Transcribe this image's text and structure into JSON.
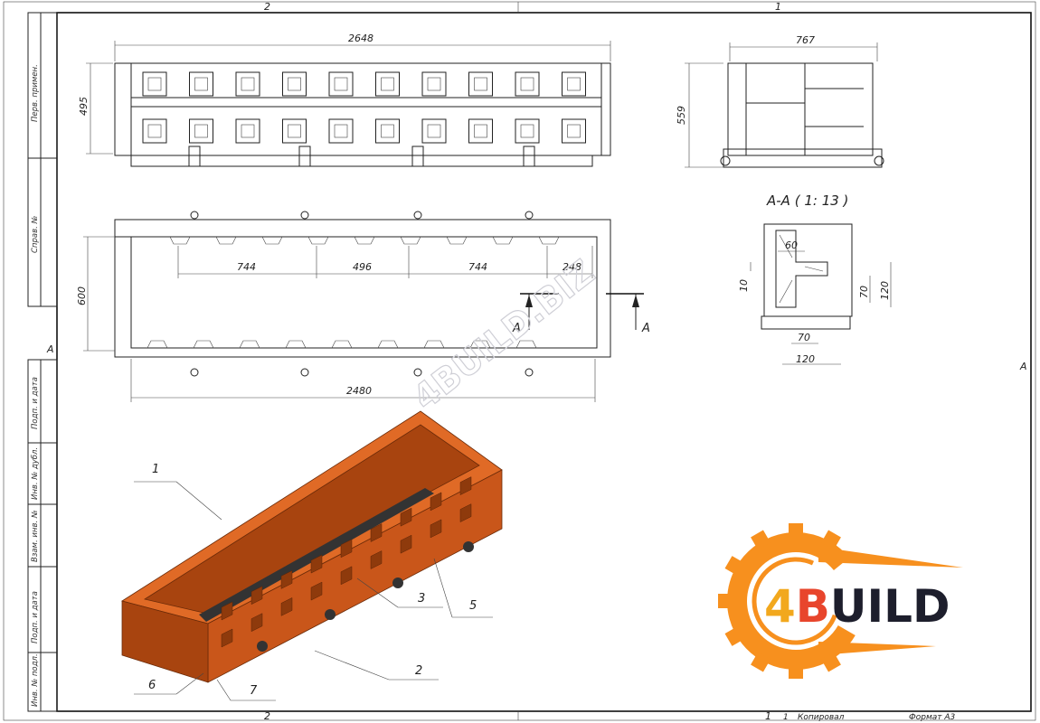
{
  "frame": {
    "zones_top": [
      "2",
      "1"
    ],
    "zones_bottom": [
      "2",
      "1"
    ],
    "zone_side_left": "A",
    "zone_side_right": "A"
  },
  "side_strip": {
    "labels": [
      "Перв. примен.",
      "Справ. №",
      "Подп. и дата",
      "Инв. № дубл.",
      "Взам. инв. №",
      "Подп. и дата",
      "Инв. № подл."
    ]
  },
  "top_view": {
    "length": "2648",
    "height": "495"
  },
  "end_view": {
    "width": "767",
    "height": "559"
  },
  "plan_view": {
    "dims": [
      "744",
      "496",
      "744",
      "248"
    ],
    "width": "600",
    "inner_length": "2480",
    "section_mark_left": "A",
    "section_mark_right": "A"
  },
  "section": {
    "title": "А-А ( 1: 13 )",
    "dims": {
      "top": "60",
      "left": "10",
      "right_inner": "70",
      "right_outer": "120",
      "bottom_inner": "70",
      "bottom_outer": "120"
    }
  },
  "iso_view": {
    "callouts": [
      "1",
      "2",
      "3",
      "5",
      "6",
      "7"
    ]
  },
  "watermark": "4BUILD.BIZ",
  "logo": {
    "prefix": "4",
    "accent": "B",
    "rest": "UILD",
    "colors": {
      "gear": "#f7901e",
      "text": "#1d1e2c",
      "accent": "#e8452c"
    }
  },
  "title_block": {
    "sheet": "1",
    "copied": "Копировал",
    "format": "Формат А3"
  }
}
